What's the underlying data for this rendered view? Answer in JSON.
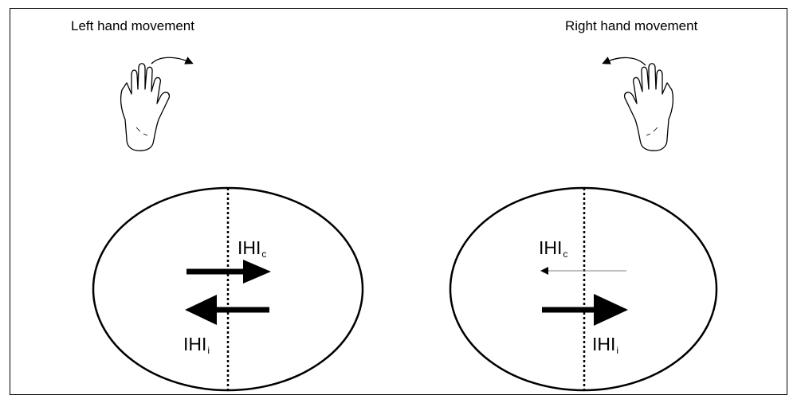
{
  "panels": {
    "left": {
      "title": "Left hand movement",
      "upper_label": "IHI",
      "upper_sub": "c",
      "lower_label": "IHI",
      "lower_sub": "i"
    },
    "right": {
      "title": "Right hand movement",
      "upper_label": "IHI",
      "upper_sub": "c",
      "lower_label": "IHI",
      "lower_sub": "i"
    }
  },
  "colors": {
    "stroke": "#000000",
    "thin_arrow": "#808080"
  },
  "icons": [
    "hand-left-icon",
    "hand-right-icon"
  ]
}
